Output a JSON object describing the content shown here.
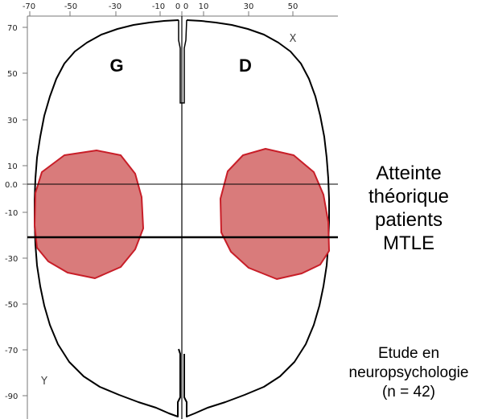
{
  "x_axis": {
    "ticks": [
      "-70",
      "-50",
      "-30",
      "-10",
      "0",
      "0",
      "10",
      "30",
      "50"
    ]
  },
  "y_axis": {
    "ticks": [
      "70",
      "50",
      "30",
      "10",
      "0.0",
      "-10",
      "-30",
      "-50",
      "-70",
      "-90"
    ]
  },
  "labels": {
    "left_hemisphere": "G",
    "right_hemisphere": "D",
    "axis_x_marker": "X",
    "axis_y_marker": "Y"
  },
  "annotation": {
    "lines": [
      "Atteinte",
      "théorique",
      "patients",
      "MTLE"
    ]
  },
  "study": {
    "lines": [
      "Etude en",
      "neuropsychologie",
      "(n = 42)"
    ]
  },
  "colors": {
    "region_fill": "#d97b7b",
    "region_stroke": "#c81e28",
    "outline": "#000000",
    "frame": "#777777"
  }
}
